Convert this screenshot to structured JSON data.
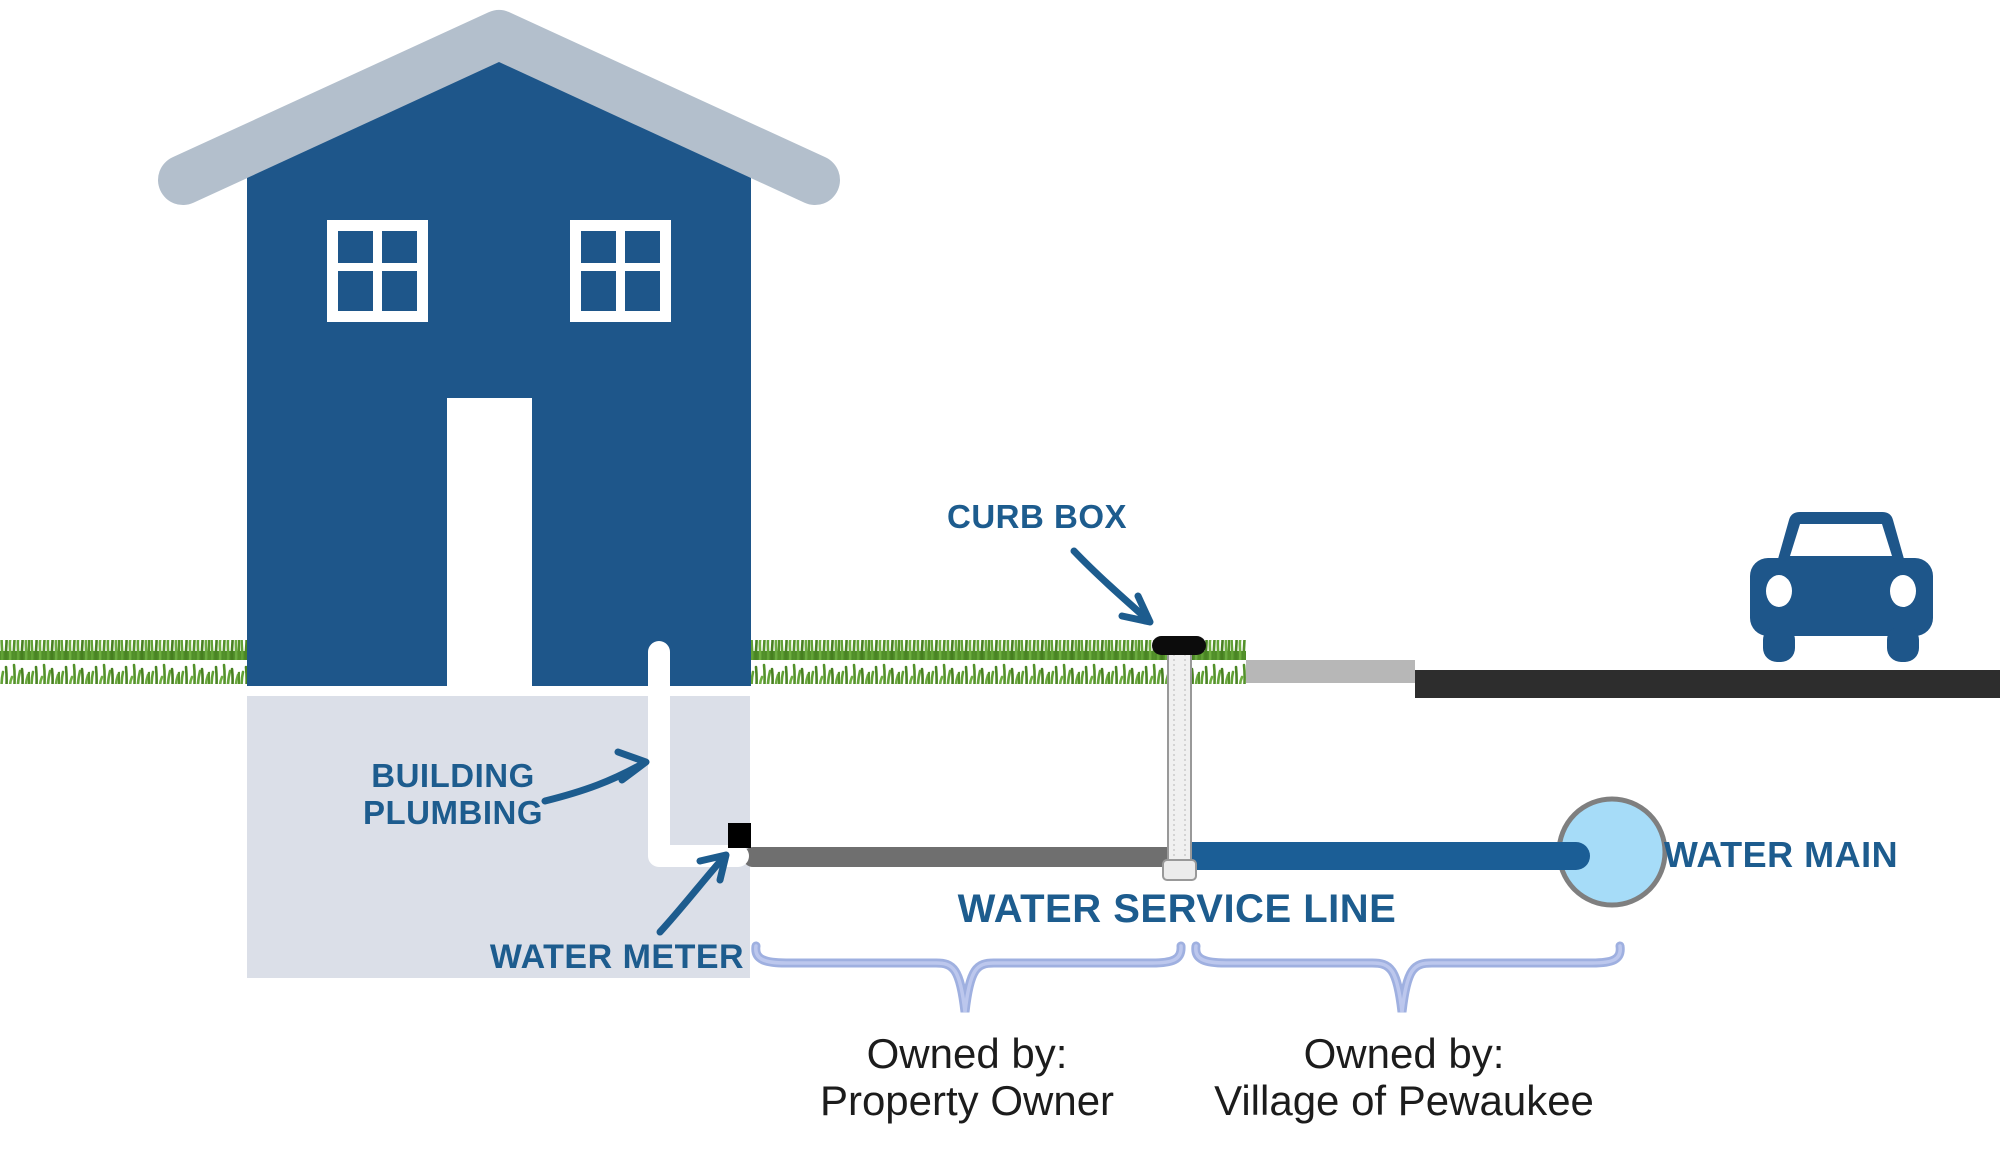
{
  "diagram": {
    "labels": {
      "curb_box": "CURB BOX",
      "building_plumbing_line1": "BUILDING",
      "building_plumbing_line2": "PLUMBING",
      "water_meter": "WATER METER",
      "water_service_line": "WATER SERVICE LINE",
      "water_main": "WATER MAIN"
    },
    "ownership": {
      "left": {
        "line1": "Owned by:",
        "line2": "Property Owner"
      },
      "right": {
        "line1": "Owned by:",
        "line2": "Village of Pewaukee"
      }
    },
    "icons": {
      "house": "house-icon",
      "car": "car-icon",
      "water_main": "water-main-circle",
      "curb_box": "curb-box-pipe",
      "water_meter": "water-meter-square",
      "braces": "brace-icon",
      "arrows": "arrow-icon"
    },
    "colors": {
      "house_blue": "#1e568a",
      "roof_gray": "#b3bfcc",
      "basement_gray": "#dbdfe8",
      "grass_green": "#4e8c28",
      "label_blue": "#1d5c8e",
      "text_black": "#1c1c1c",
      "service_gray": "#6f6f6f",
      "service_blue": "#1b5e96",
      "water_main_fill": "#a6dcf8",
      "water_main_ring": "#7f7f7f",
      "sidewalk_gray": "#b7b7b7",
      "road_dark": "#2d2d2d",
      "car_blue": "#1e568a",
      "brace_periwinkle": "#9fb0e0",
      "curb_cap_black": "#0c0c0c",
      "pipe_white": "#ffffff"
    }
  }
}
